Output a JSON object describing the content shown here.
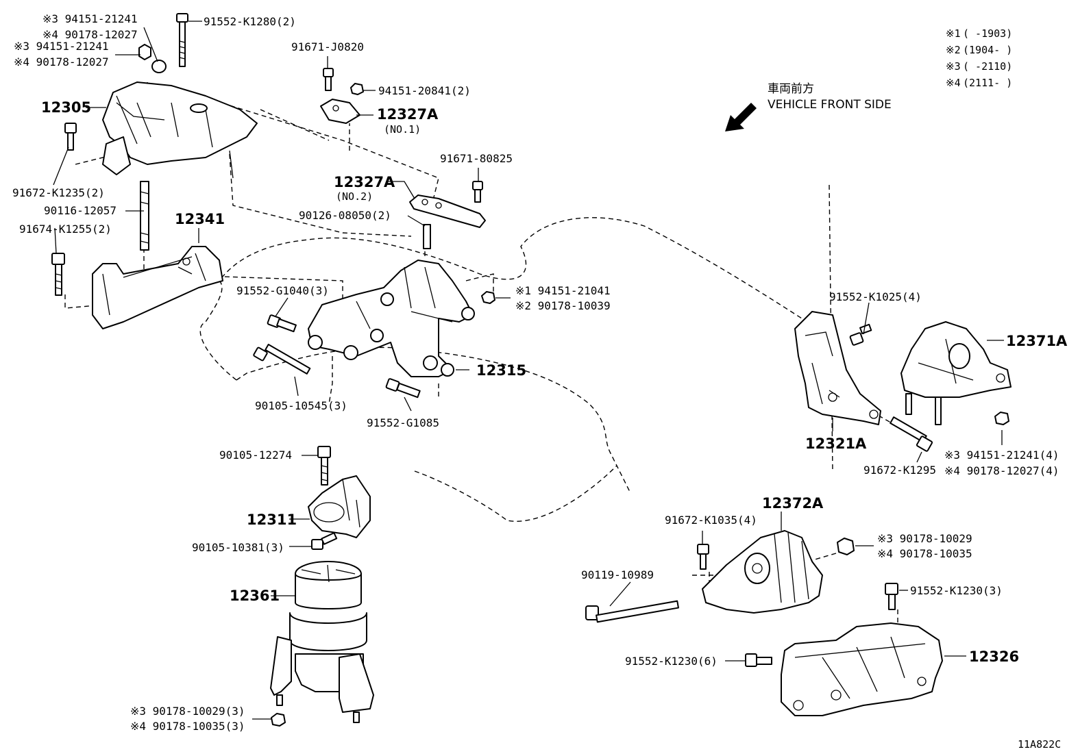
{
  "diagram_code": "11A822C",
  "direction": {
    "jp": "車両前方",
    "en": "VEHICLE FRONT SIDE"
  },
  "legend": [
    {
      "mark": "※1",
      "range": "(        -1903)"
    },
    {
      "mark": "※2",
      "range": "(1904-        )"
    },
    {
      "mark": "※3",
      "range": "(        -2110)"
    },
    {
      "mark": "※4",
      "range": "(2111-        )"
    }
  ],
  "labels": {
    "l_12305": "12305",
    "l_91552k1280": "91552-K1280(2)",
    "l_n3_94151_21241_a": "※3 94151-21241",
    "l_n4_90178_12027_a": "※4 90178-12027",
    "l_n3_94151_21241_b": "※3 94151-21241",
    "l_n4_90178_12027_b": "※4 90178-12027",
    "l_91672k1235": "91672-K1235(2)",
    "l_90116_12057": "90116-12057",
    "l_91674k1255": "91674-K1255(2)",
    "l_12341": "12341",
    "l_91671j0820": "91671-J0820",
    "l_94151_20841": "94151-20841(2)",
    "l_12327a_1": "12327A",
    "l_no1": "(NO.1)",
    "l_91671_80825": "91671-80825",
    "l_12327a_2": "12327A",
    "l_no2": "(NO.2)",
    "l_90126_08050": "90126-08050(2)",
    "l_91552g1040": "91552-G1040(3)",
    "l_n1_94151_21041": "※1  94151-21041",
    "l_n2_90178_10039": "※2  90178-10039",
    "l_12315": "12315",
    "l_90105_10545": "90105-10545(3)",
    "l_91552g1085": "91552-G1085",
    "l_90105_12274": "90105-12274",
    "l_12311": "12311",
    "l_90105_10381": "90105-10381(3)",
    "l_12361": "12361",
    "l_n3_90178_10029_3": "※3 90178-10029(3)",
    "l_n4_90178_10035_3": "※4 90178-10035(3)",
    "l_91552k1025": "91552-K1025(4)",
    "l_12371a": "12371A",
    "l_12321a": "12321A",
    "l_n3_94151_21241_4": "※3 94151-21241(4)",
    "l_n4_90178_12027_4": "※4 90178-12027(4)",
    "l_91672k1295": "91672-K1295",
    "l_12372a": "12372A",
    "l_91672k1035": "91672-K1035(4)",
    "l_n3_90178_10029": "※3 90178-10029",
    "l_n4_90178_10035": "※4 90178-10035",
    "l_90119_10989": "90119-10989",
    "l_91552k1230_3": "91552-K1230(3)",
    "l_91552k1230_6": "91552-K1230(6)",
    "l_12326": "12326"
  }
}
